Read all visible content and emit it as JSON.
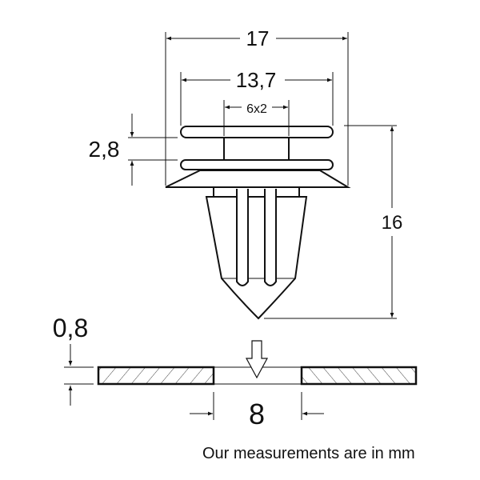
{
  "dimensions": {
    "overall_width": "17",
    "flange_width": "13,7",
    "neck_size": "6x2",
    "flange_gap": "2,8",
    "length": "16",
    "panel_thickness": "0,8",
    "hole_size": "8"
  },
  "note": "Our measurements are in mm",
  "colors": {
    "line": "#111111",
    "background": "#ffffff"
  }
}
